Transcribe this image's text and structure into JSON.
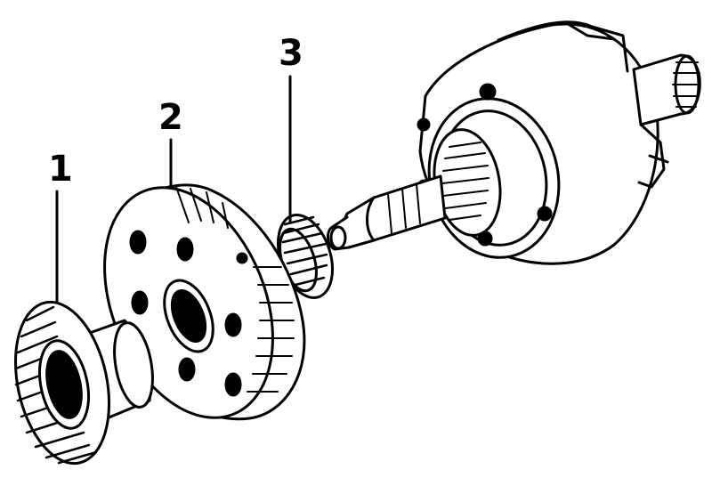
{
  "callouts": {
    "part1": "1",
    "part2": "2",
    "part3": "3"
  },
  "colors": {
    "ink": "#000000",
    "paper": "#ffffff"
  }
}
